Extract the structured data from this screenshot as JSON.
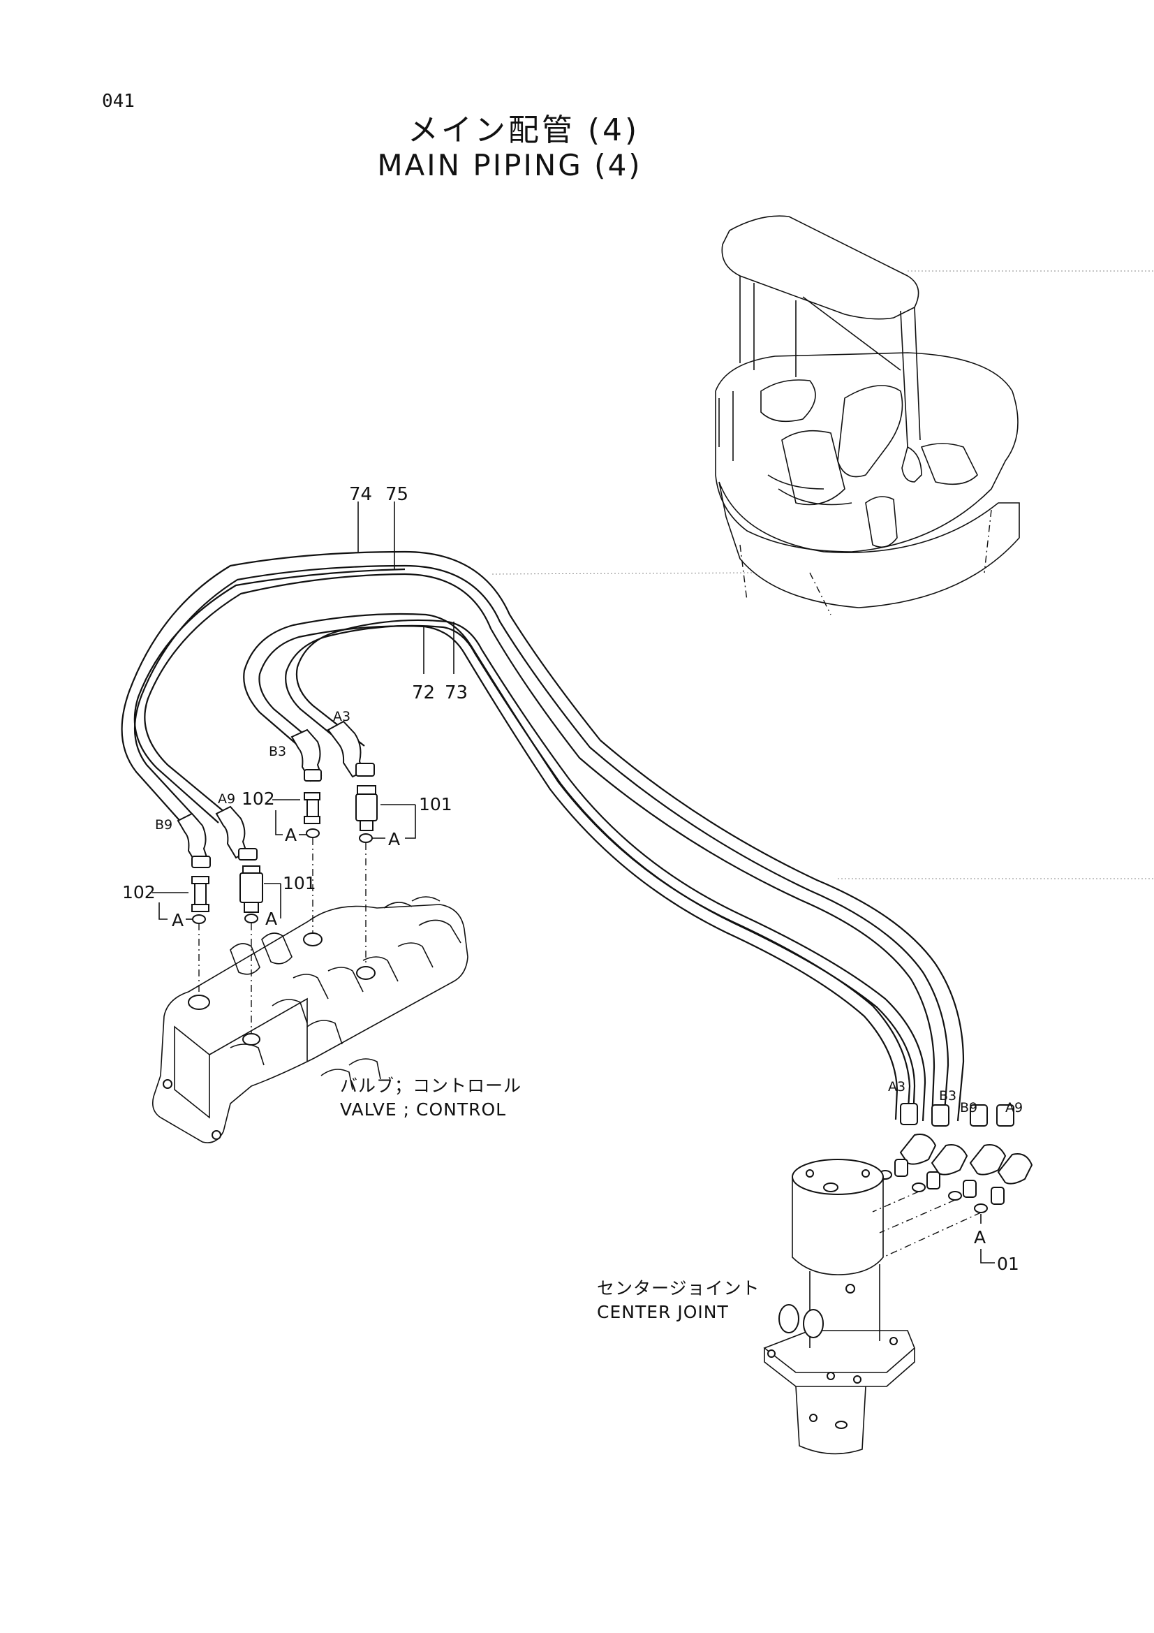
{
  "page_number": "041",
  "title": {
    "japanese": "メイン配管 (4)",
    "english": "MAIN PIPING (4)"
  },
  "hose_labels": {
    "h74": "74",
    "h75": "75",
    "h72": "72",
    "h73": "73"
  },
  "port_labels": {
    "a3_valve": "A3",
    "b3_valve": "B3",
    "a9_valve": "A9",
    "b9_valve": "B9",
    "a3_joint": "A3",
    "b3_joint": "B3",
    "b9_joint": "B9",
    "a9_joint": "A9"
  },
  "part_labels": {
    "p102_upper": "102",
    "p101_upper": "101",
    "p102_lower": "102",
    "p101_lower": "101",
    "a_upper_left": "A",
    "a_upper_right": "A",
    "a_lower_left": "A",
    "a_lower_right": "A",
    "a_joint": "A",
    "p01": "01"
  },
  "components": {
    "valve_control_ja": "バルブ；コントロール",
    "valve_control_en": "VALVE ; CONTROL",
    "center_joint_ja": "センタージョイント",
    "center_joint_en": "CENTER JOINT"
  }
}
